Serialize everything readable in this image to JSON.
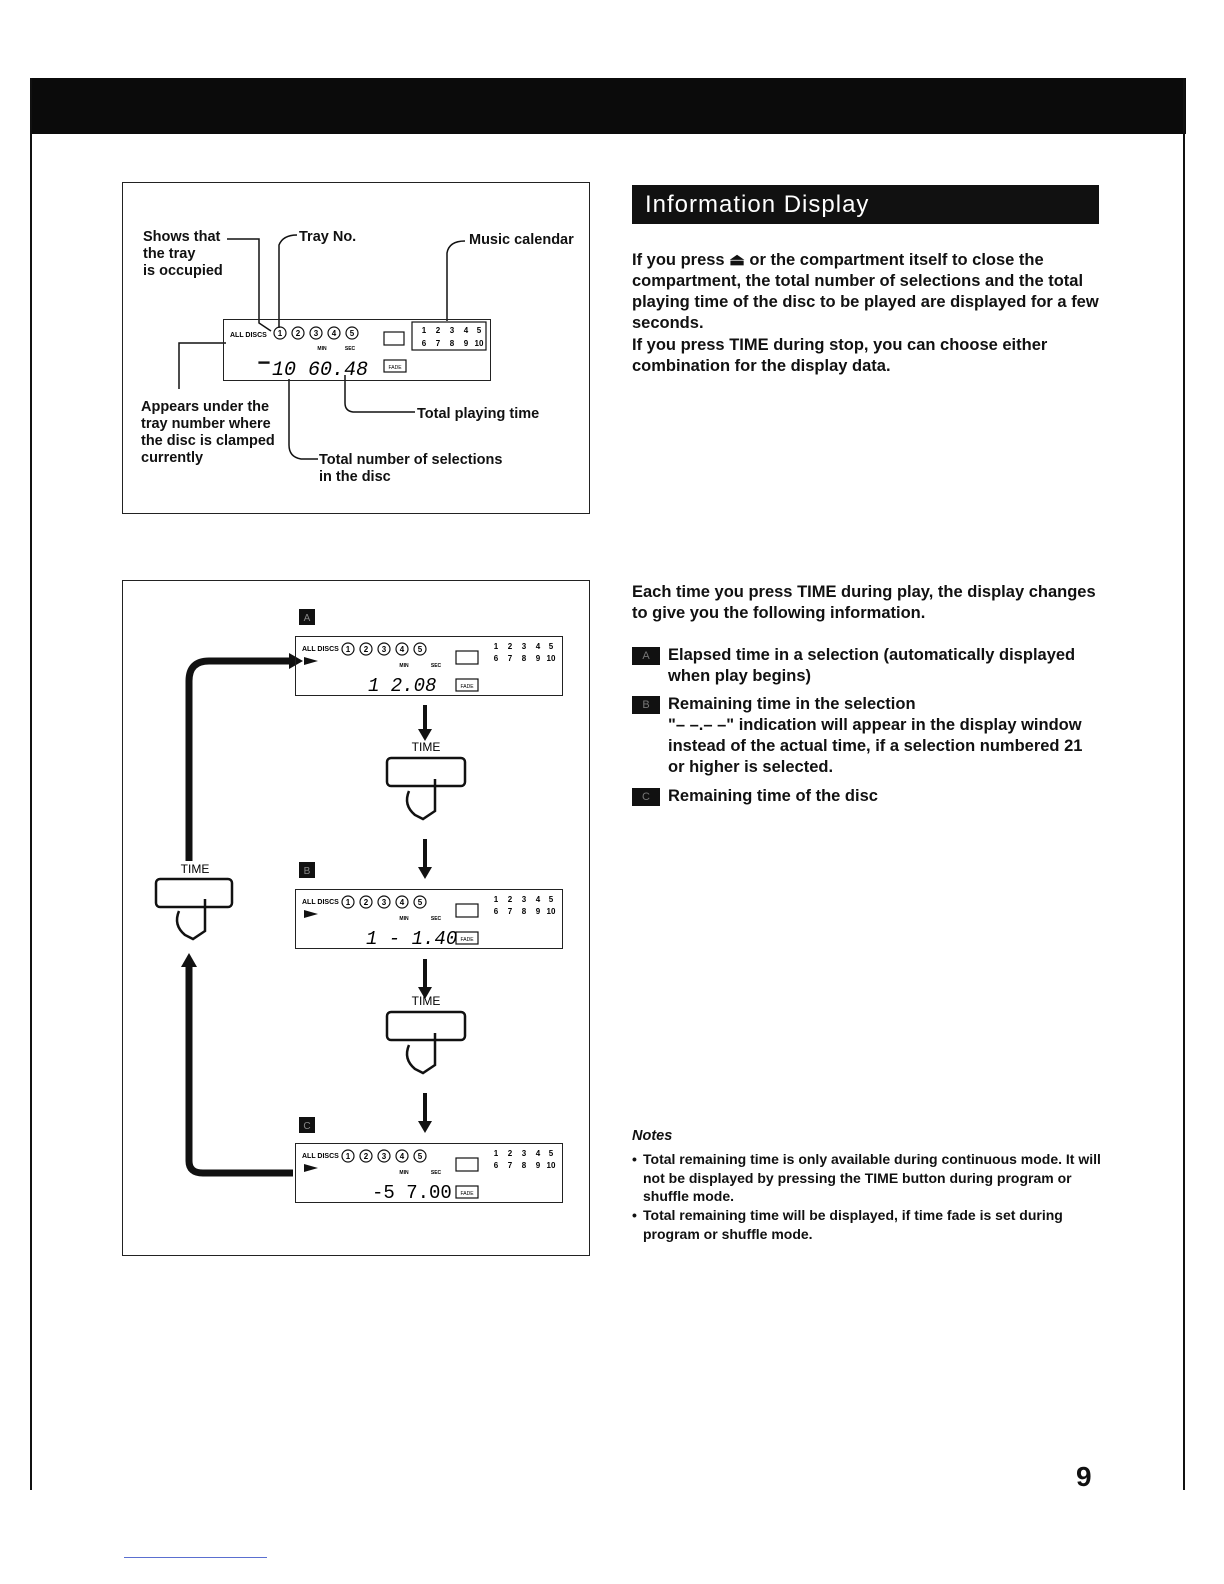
{
  "section": {
    "title": "Information Display"
  },
  "intro": {
    "p1": "If you press ⏏ or the compartment itself to close the compartment, the total number of selections and the total playing time of the disc to be played are displayed for a few seconds.",
    "p2": "If you press TIME during stop, you can choose either combination for the display data."
  },
  "figure1": {
    "labels": {
      "shows_tray": "Shows that\nthe tray\nis occupied",
      "tray_no": "Tray No.",
      "music_calendar": "Music calendar",
      "appears_under": "Appears under the\ntray number where\nthe disc is clamped\ncurrently",
      "total_playing_time": "Total playing time",
      "total_selections": "Total number of selections\nin the disc"
    },
    "readout": "10 60.48"
  },
  "figure2": {
    "markers": [
      "A",
      "B",
      "C"
    ],
    "button_label": "TIME",
    "readouts": [
      "1   2.08",
      "1  - 1.40",
      "-5 7.00"
    ]
  },
  "display": {
    "tray_numbers": [
      "1",
      "2",
      "3",
      "4",
      "5"
    ],
    "calendar_row1": [
      "1",
      "2",
      "3",
      "4",
      "5"
    ],
    "calendar_row2": [
      "6",
      "7",
      "8",
      "9",
      "10"
    ],
    "all_discs": "ALL DISCS",
    "min": "MIN",
    "sec": "SEC",
    "fade": "FADE"
  },
  "playback": {
    "intro": "Each time you press TIME during play, the display changes to give you the following information.",
    "items": [
      {
        "marker": "A",
        "text": "Elapsed time in a selection (automatically displayed when play begins)"
      },
      {
        "marker": "B",
        "text": "Remaining time in the selection",
        "sub": "\"– –.– –\" indication will appear in the display window instead of the actual time, if a selection numbered 21 or higher is selected."
      },
      {
        "marker": "C",
        "text": "Remaining time of the disc"
      }
    ]
  },
  "notes": {
    "title": "Notes",
    "items": [
      "Total remaining time is only available during continuous mode. It will not be displayed by pressing the TIME button during program or shuffle mode.",
      "Total remaining time will be displayed, if time fade is set during program or shuffle mode."
    ]
  },
  "page": {
    "number": "9"
  }
}
